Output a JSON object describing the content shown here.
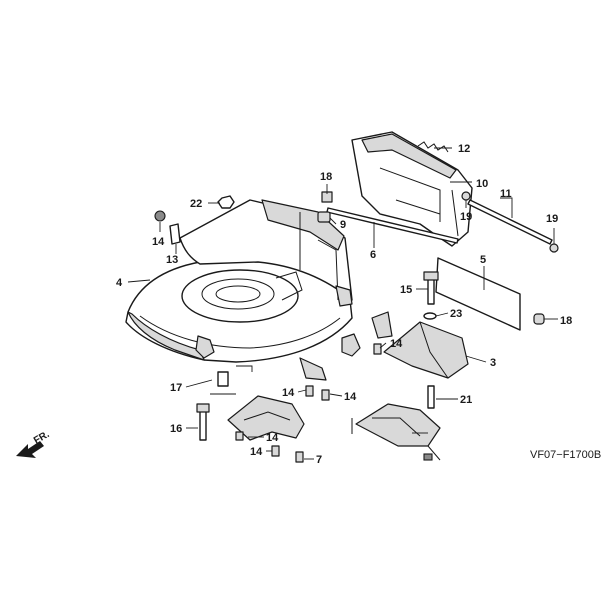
{
  "drawing_code": "VF07−F1700B",
  "front_marker": "FR.",
  "callouts": [
    {
      "id": "c12",
      "text": "12"
    },
    {
      "id": "c10",
      "text": "10"
    },
    {
      "id": "c11",
      "text": "11"
    },
    {
      "id": "c18a",
      "text": "18"
    },
    {
      "id": "c19a",
      "text": "19"
    },
    {
      "id": "c19b",
      "text": "19"
    },
    {
      "id": "c22",
      "text": "22"
    },
    {
      "id": "c9",
      "text": "9"
    },
    {
      "id": "c6",
      "text": "6"
    },
    {
      "id": "c14a",
      "text": "14"
    },
    {
      "id": "c13",
      "text": "13"
    },
    {
      "id": "c4",
      "text": "4"
    },
    {
      "id": "c5",
      "text": "5"
    },
    {
      "id": "c15",
      "text": "15"
    },
    {
      "id": "c23",
      "text": "23"
    },
    {
      "id": "c18b",
      "text": "18"
    },
    {
      "id": "c14b",
      "text": "14"
    },
    {
      "id": "c3",
      "text": "3"
    },
    {
      "id": "c17",
      "text": "17"
    },
    {
      "id": "c14c",
      "text": "14"
    },
    {
      "id": "c14d",
      "text": "14"
    },
    {
      "id": "c21",
      "text": "21"
    },
    {
      "id": "c16",
      "text": "16"
    },
    {
      "id": "c14e",
      "text": "14"
    },
    {
      "id": "c14f",
      "text": "14"
    },
    {
      "id": "c7",
      "text": "7"
    }
  ]
}
